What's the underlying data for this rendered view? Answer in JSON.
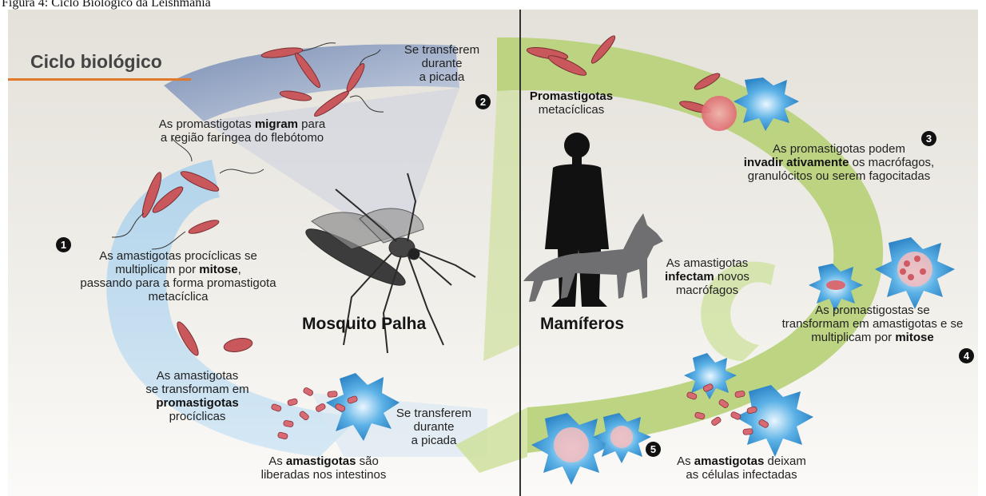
{
  "figure_caption": "Figura 4: Ciclo Biológico da Leishmania",
  "title": "Ciclo biológico",
  "hosts": {
    "left": "Mosquito Palha",
    "right": "Mamíferos"
  },
  "labels": {
    "transfer_top": [
      "Se transferem",
      "durante",
      "a picada"
    ],
    "transfer_bottom": [
      "Se transferem",
      "durante",
      "a picada"
    ],
    "migrate": {
      "pre": "As promastigotas ",
      "bold": "migram",
      "post": " para",
      "line2": "a região faríngea do flebótomo"
    },
    "step1": {
      "line1": "As amastigotas procíclicas se",
      "line2_pre": "multiplicam por ",
      "line2_bold": "mitose",
      "line2_post": ",",
      "line3": "passando para a forma promastigota",
      "line4": "metacíclica"
    },
    "transform_left": {
      "line1": "As amastigotas",
      "line2": "se transformam em",
      "line3_bold": "promastigotas",
      "line4": "procíclicas"
    },
    "released": {
      "pre": "As ",
      "bold": "amastigotas",
      "post": " são",
      "line2": "liberadas nos intestinos"
    },
    "metacyclic": {
      "bold": "Promastigotas",
      "line2": "metacíclicas"
    },
    "step3": {
      "line1": "As promastigotas podem",
      "line2_bold": "invadir ativamente",
      "line2_post": " os macrófagos,",
      "line3": "granulócitos ou serem fagocitadas"
    },
    "infect": {
      "line1": "As amastigotas",
      "line2_bold": "infectam",
      "line2_post": " novos",
      "line3": "macrófagos"
    },
    "step4": {
      "line1": "As promastigostas se",
      "line2": "transformam em amastigotas e se",
      "line3_pre": "multiplicam por ",
      "line3_bold": "mitose"
    },
    "step5": {
      "pre": "As ",
      "bold": "amastigotas",
      "post": " deixam",
      "line2": "as células infectadas"
    }
  },
  "steps": [
    "1",
    "2",
    "3",
    "4",
    "5"
  ],
  "colors": {
    "accent": "#e07a2a",
    "green_band": "#b8d27a",
    "blue_band": "#8ab8dc",
    "parasite": "#c9585c",
    "macrophage": "#3a9ad8"
  }
}
